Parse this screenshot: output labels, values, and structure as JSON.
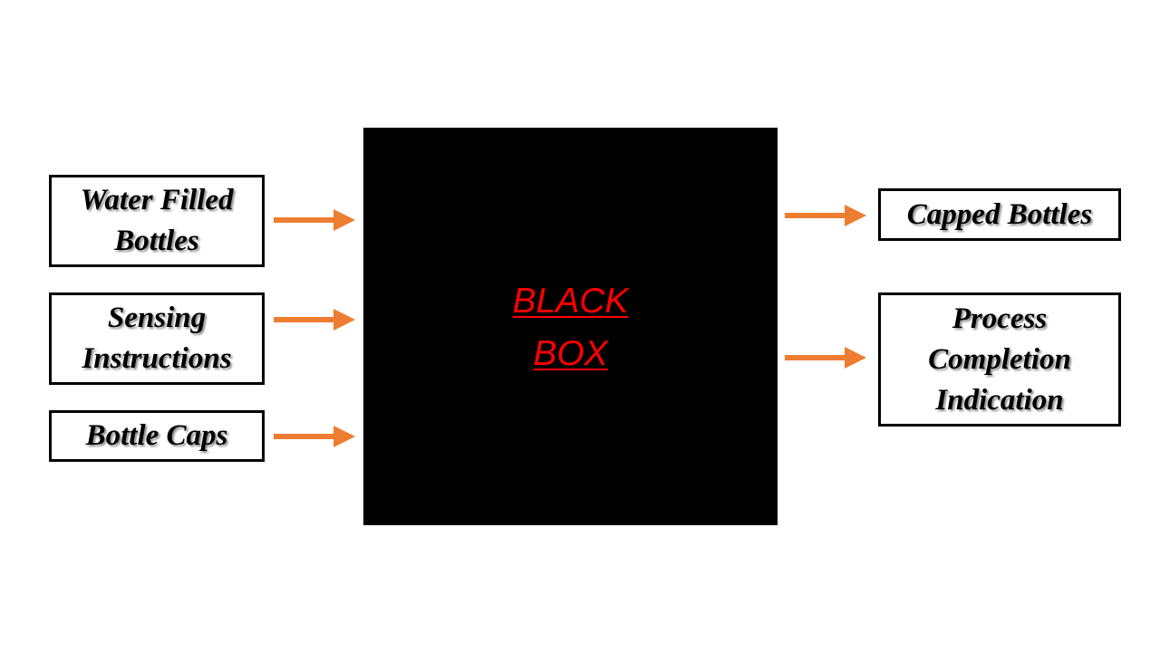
{
  "colors": {
    "arrow": "#ED7D31",
    "box_border": "#000000",
    "black_box_fill": "#000000",
    "black_box_text": "#FF0000"
  },
  "inputs": [
    {
      "lines": [
        "Water Filled",
        "Bottles"
      ]
    },
    {
      "lines": [
        "Sensing",
        "Instructions"
      ]
    },
    {
      "lines": [
        "Bottle Caps"
      ]
    }
  ],
  "black_box": {
    "lines": [
      "BLACK",
      "BOX"
    ]
  },
  "outputs": [
    {
      "lines": [
        "Capped Bottles"
      ]
    },
    {
      "lines": [
        "Process",
        "Completion",
        "Indication"
      ]
    }
  ]
}
